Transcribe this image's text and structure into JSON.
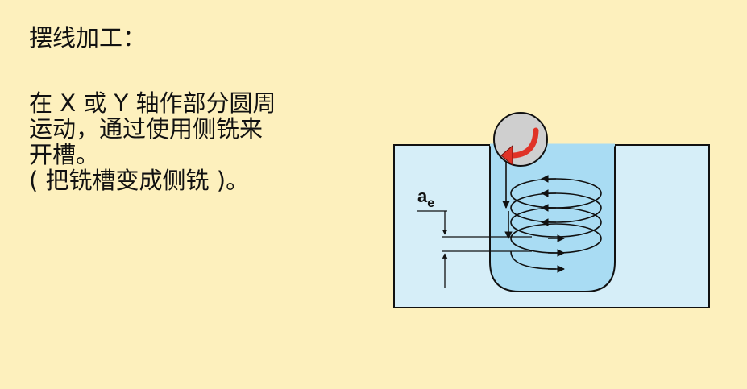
{
  "title": "摆线加工：",
  "description": [
    "在 X 或 Y 轴作部分圆周",
    "运动，通过使用侧铣来",
    "开槽。",
    "( 把铣槽变成侧铣 )。"
  ],
  "ae_label": {
    "main": "a",
    "sub": "e"
  },
  "colors": {
    "background": "#fdf0bd",
    "block": "#d6eef8",
    "slot": "#a9dcf3",
    "tool": "#cfcfcf",
    "rotation_arrow": "#e03226"
  }
}
